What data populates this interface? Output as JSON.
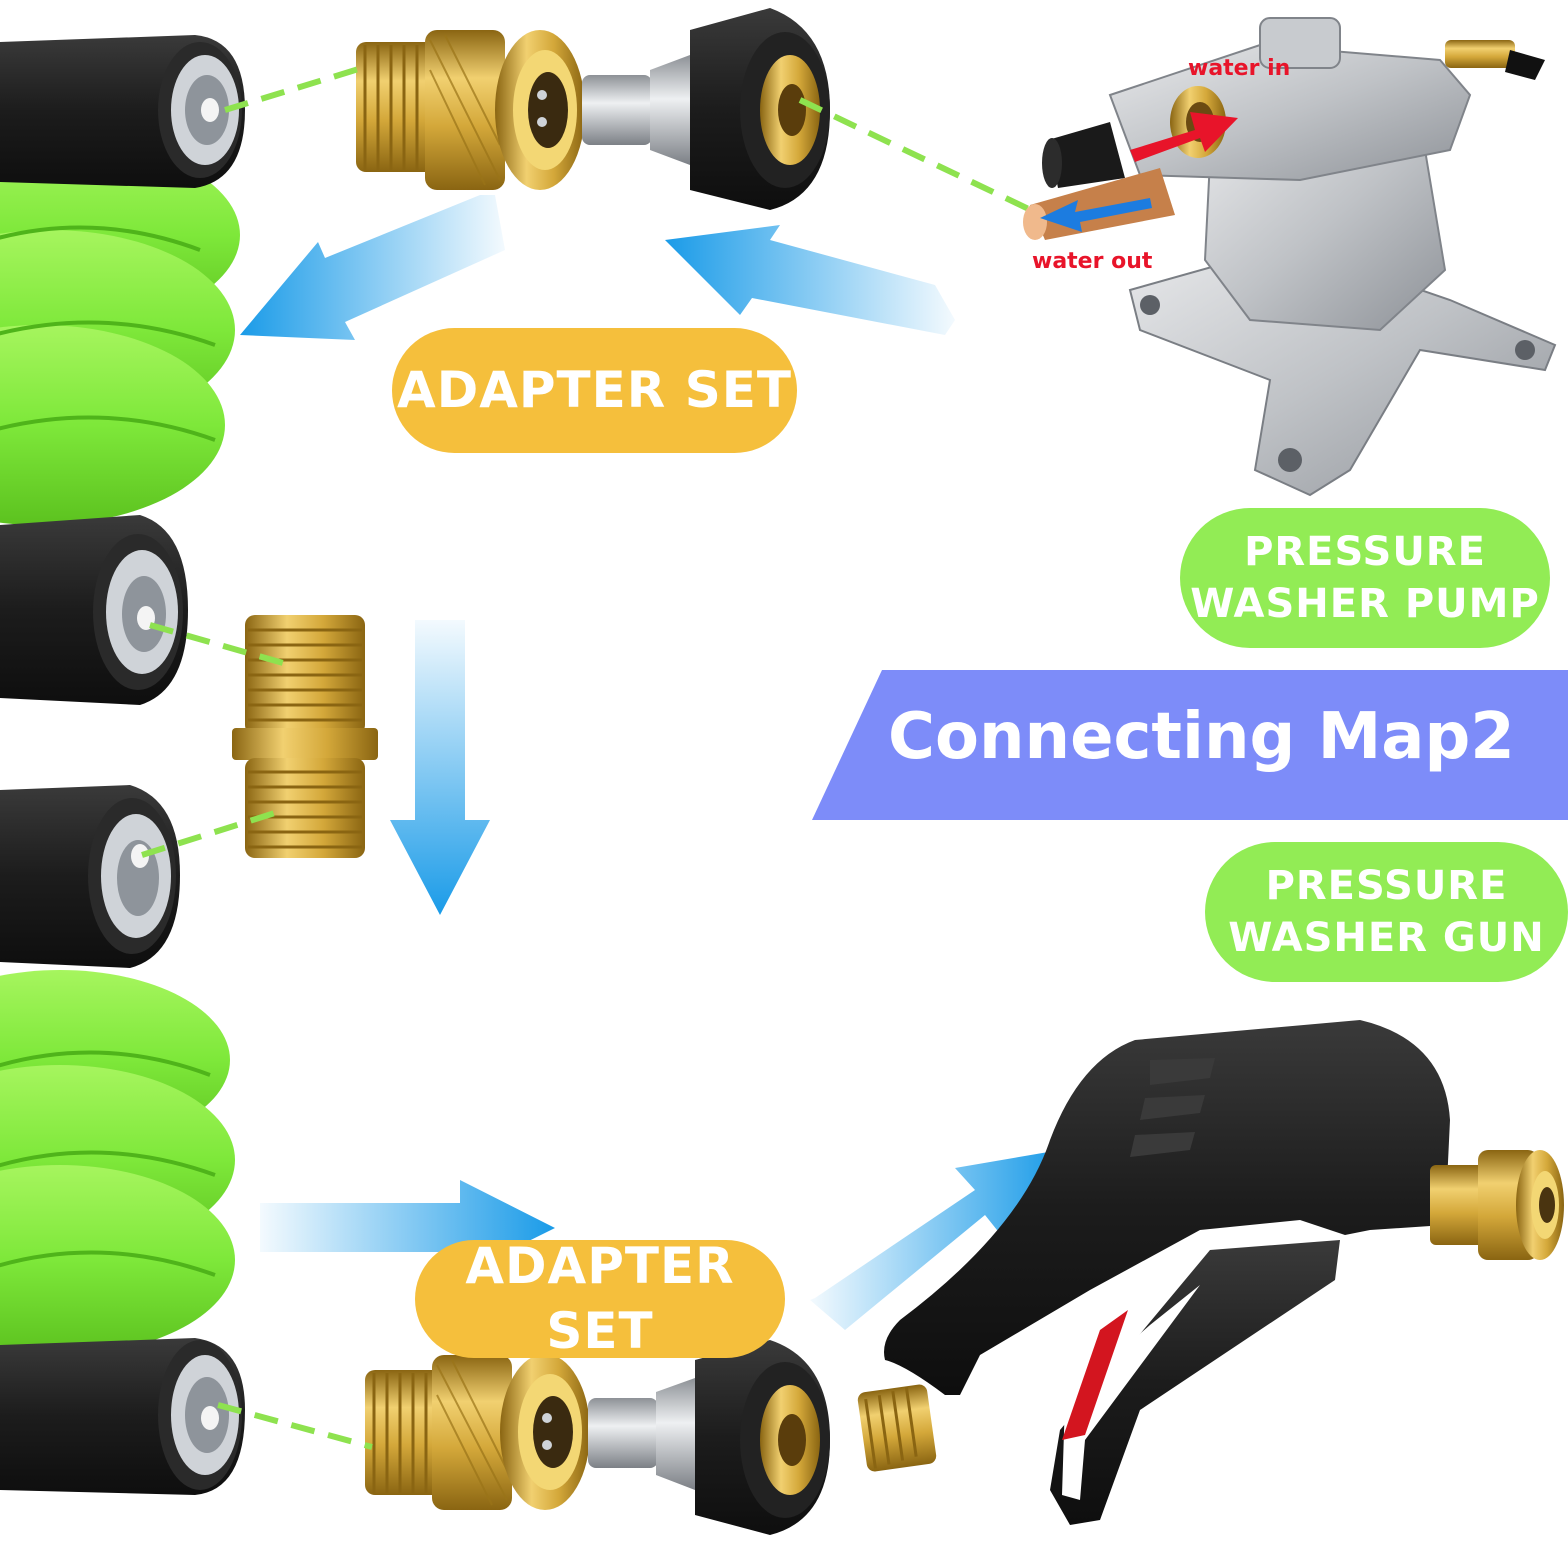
{
  "banner": {
    "title": "Connecting Map2"
  },
  "labels": {
    "adapter_set_top": "ADAPTER SET",
    "adapter_set_bottom": "ADAPTER SET",
    "pump_line1": "PRESSURE",
    "pump_line2": "WASHER PUMP",
    "gun_line1": "PRESSURE",
    "gun_line2": "WASHER GUN",
    "water_in": "water in",
    "water_out": "water out"
  },
  "colors": {
    "hose_green": "#7ee83a",
    "banner_blue": "#7d8cf9",
    "adapter_orange": "#f5bf3c",
    "label_green": "#92ec55",
    "arrow_blue": "#1a9be8",
    "brass": "#d4a83a",
    "flow_red": "#e8142a"
  }
}
